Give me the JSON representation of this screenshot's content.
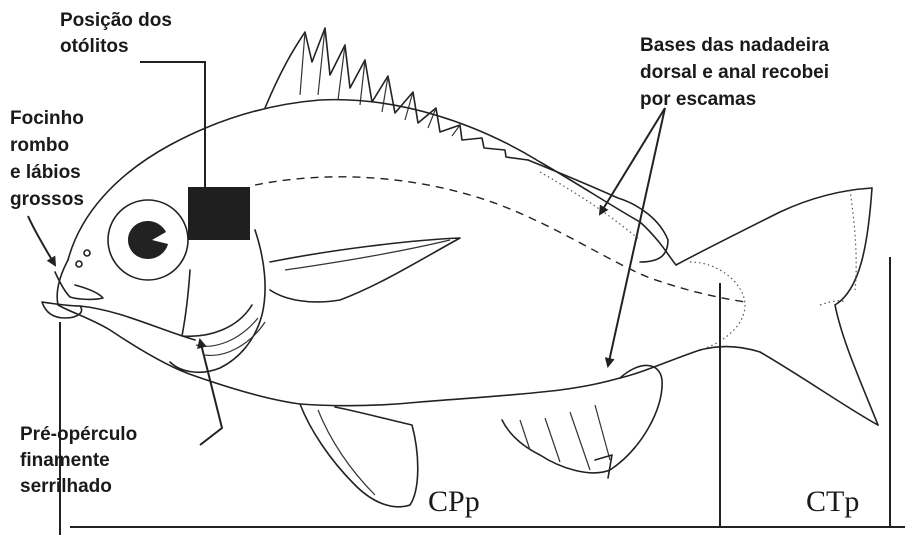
{
  "diagram": {
    "labels": {
      "otoliths": [
        "Posição dos",
        "otólitos"
      ],
      "scales": [
        "Bases das nadadeira",
        "dorsal e anal recobei",
        "por escamas"
      ],
      "snout": [
        "Focinho",
        "rombo",
        "e lábios",
        "grossos"
      ],
      "preoperculum": [
        "Pré-opérculo",
        "finamente",
        "serrilhado"
      ],
      "cpp": "CPp",
      "ctp": "CTp"
    },
    "colors": {
      "line": "#222222",
      "otolith_box": "#1f1f1f",
      "background": "#ffffff"
    }
  }
}
